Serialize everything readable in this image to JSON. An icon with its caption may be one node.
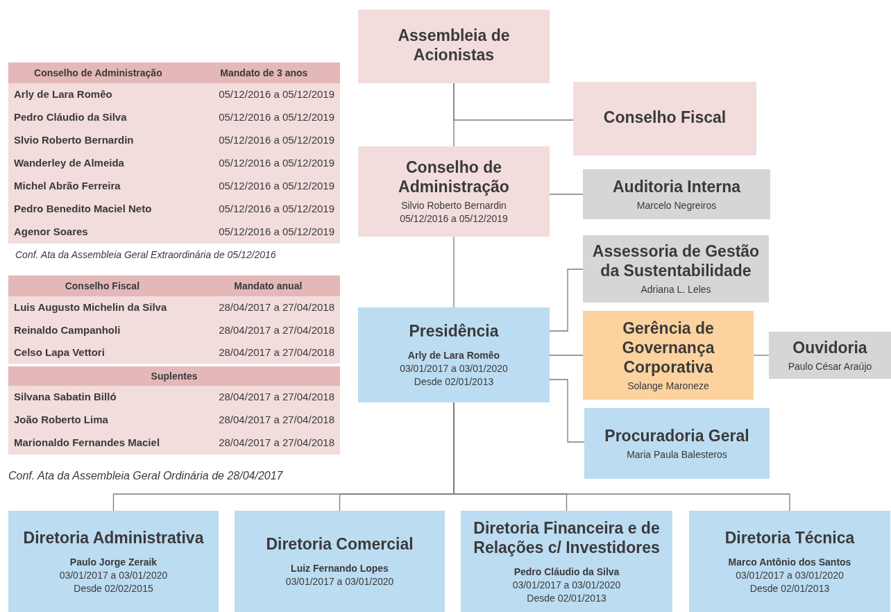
{
  "diagram": {
    "nodes": [
      {
        "text": [
          "Assembleia de Acionistas"
        ]
      },
      {
        "text": [
          "Conselho Fiscal"
        ]
      },
      {
        "text": [
          "Conselho de Administração",
          "Silvio Roberto Bernardin",
          "05/12/2016 a 05/12/2019"
        ]
      },
      {
        "text": [
          "Auditoria Interna",
          "Marcelo Negreiros"
        ]
      },
      {
        "text": [
          "Assessoria de Gestão da Sustentabilidade",
          "Adriana L. Leles"
        ]
      },
      {
        "text": [
          "Presidência",
          "Arly de Lara Romêo",
          "03/01/2017 a 03/01/2020",
          "Desde 02/01/2013"
        ]
      },
      {
        "text": [
          "Gerência de Governança Corporativa",
          "Solange Maroneze"
        ]
      },
      {
        "text": [
          "Ouvidoria",
          "Paulo César Araújo"
        ]
      },
      {
        "text": [
          "Procuradoria Geral",
          "Maria Paula Balesteros"
        ]
      },
      {
        "text": [
          "Diretoria Administrativa",
          "Paulo  Jorge Zeraik",
          "03/01/2017 a 03/01/2020",
          "Desde 02/02/2015"
        ]
      },
      {
        "text": [
          "Diretoria Comercial",
          "Luiz Fernando Lopes",
          "03/01/2017 a 03/01/2020"
        ]
      },
      {
        "text": [
          "Diretoria Financeira e de Relações c/ Investidores",
          "Pedro Cláudio da Silva",
          "03/01/2017 a 03/01/2020",
          "Desde 02/01/2013"
        ]
      },
      {
        "text": [
          "Diretoria Técnica",
          "Marco Antônio dos Santos",
          "03/01/2017 a 03/01/2020",
          "Desde 02/01/2013"
        ]
      }
    ],
    "edges": [
      {
        "from": 0,
        "to": 2,
        "arrow": "none"
      },
      {
        "from": 0,
        "to": 1,
        "arrow": "none"
      },
      {
        "from": 2,
        "to": 3,
        "arrow": "none"
      },
      {
        "from": 2,
        "to": 5,
        "arrow": "none"
      },
      {
        "from": 5,
        "to": 4,
        "arrow": "none"
      },
      {
        "from": 5,
        "to": 6,
        "arrow": "none"
      },
      {
        "from": 6,
        "to": 7,
        "arrow": "none"
      },
      {
        "from": 5,
        "to": 8,
        "arrow": "none"
      },
      {
        "from": 5,
        "to": 9,
        "arrow": "none"
      },
      {
        "from": 5,
        "to": 10,
        "arrow": "none"
      },
      {
        "from": 5,
        "to": 11,
        "arrow": "none"
      },
      {
        "from": 5,
        "to": 12,
        "arrow": "none"
      }
    ],
    "labels": [
      "Conselho de Administração",
      "Mandato de 3 anos",
      "Arly de Lara Romêo",
      "05/12/2016 a 05/12/2019",
      "Pedro Cláudio da Silva",
      "05/12/2016 a 05/12/2019",
      "Slvio Roberto Bernardin",
      "05/12/2016 a 05/12/2019",
      "Wanderley de Almeida",
      "05/12/2016 a 05/12/2019",
      "Michel Abrão Ferreira",
      "05/12/2016 a 05/12/2019",
      "Pedro Benedito Maciel Neto",
      "05/12/2016 a 05/12/2019",
      "Agenor Soares",
      "05/12/2016 a 05/12/2019",
      "Conf. Ata da Assembleia Geral Extraordinária  de 05/12/2016",
      "Conselho Fiscal",
      "Mandato anual",
      "Luis Augusto Michelin da Silva",
      "28/04/2017 a 27/04/2018",
      "Reinaldo Campanholi",
      "28/04/2017 a 27/04/2018",
      "Celso Lapa Vettori",
      "28/04/2017 a 27/04/2018",
      "Suplentes",
      "Silvana Sabatin Billó",
      "28/04/2017 a 27/04/2018",
      "João Roberto Lima",
      "28/04/2017 a 27/04/2018",
      "Marionaldo Fernandes Maciel",
      "28/04/2017 a 27/04/2018",
      "Conf. Ata da Assembleia Geral Ordinária de 28/04/2017"
    ]
  }
}
